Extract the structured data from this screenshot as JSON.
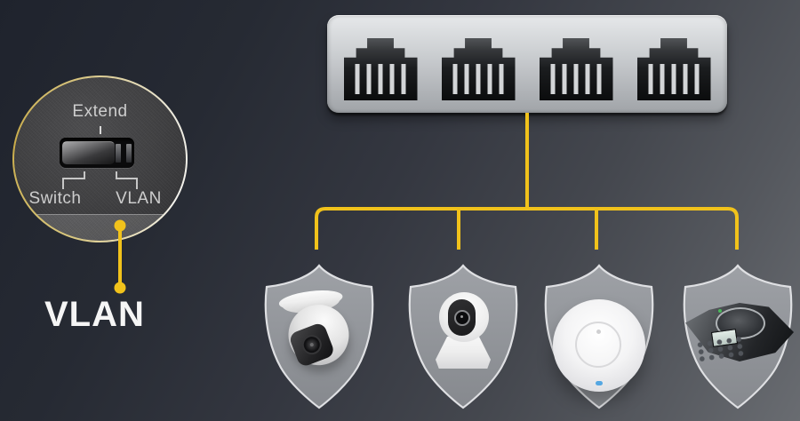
{
  "inset": {
    "name": "mode-switch-closeup",
    "labels": {
      "extend": "Extend",
      "switch": "Switch",
      "vlan": "VLAN"
    },
    "selected_mode": "VLAN"
  },
  "callout": {
    "label": "VLAN"
  },
  "panel": {
    "name": "4-port-ethernet-switch-panel",
    "port_count": 4,
    "ports": [
      {
        "icon": "rj45-port-icon"
      },
      {
        "icon": "rj45-port-icon"
      },
      {
        "icon": "rj45-port-icon"
      },
      {
        "icon": "rj45-port-icon"
      }
    ]
  },
  "protected_devices": [
    {
      "shield": "shield-icon",
      "device": "dome-security-camera"
    },
    {
      "shield": "shield-icon",
      "device": "pan-tilt-camera"
    },
    {
      "shield": "shield-icon",
      "device": "wireless-access-point"
    },
    {
      "shield": "shield-icon",
      "device": "conference-phone"
    }
  ],
  "colors": {
    "background_dark": "#20242E",
    "background_light": "#696C71",
    "accent_yellow": "#F1C21B",
    "panel_silver": "#C6C9CC",
    "port_black": "#141619",
    "shield_gray": "#94979C",
    "led_blue": "#55A7E2",
    "label_light": "#CDCDCD",
    "label_white": "#F5F5F5"
  }
}
